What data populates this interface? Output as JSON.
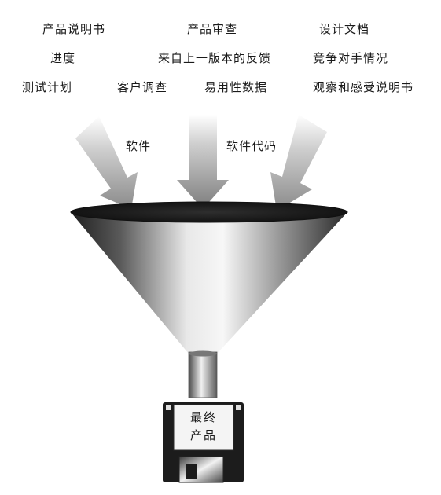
{
  "inputs": [
    {
      "id": "product-spec",
      "label": "产品说明书"
    },
    {
      "id": "product-review",
      "label": "产品审查"
    },
    {
      "id": "design-docs",
      "label": "设计文档"
    },
    {
      "id": "schedule",
      "label": "进度"
    },
    {
      "id": "prev-version-feedback",
      "label": "来自上一版本的反馈"
    },
    {
      "id": "competitive-info",
      "label": "竞争对手情况"
    },
    {
      "id": "test-plan",
      "label": "测试计划"
    },
    {
      "id": "customer-survey",
      "label": "客户调查"
    },
    {
      "id": "usability-data",
      "label": "易用性数据"
    },
    {
      "id": "look-feel-spec",
      "label": "观察和感受说明书"
    }
  ],
  "arrows": {
    "software_label": "软件",
    "source_code_label": "软件代码"
  },
  "output": {
    "line1": "最终",
    "line2": "产品"
  }
}
